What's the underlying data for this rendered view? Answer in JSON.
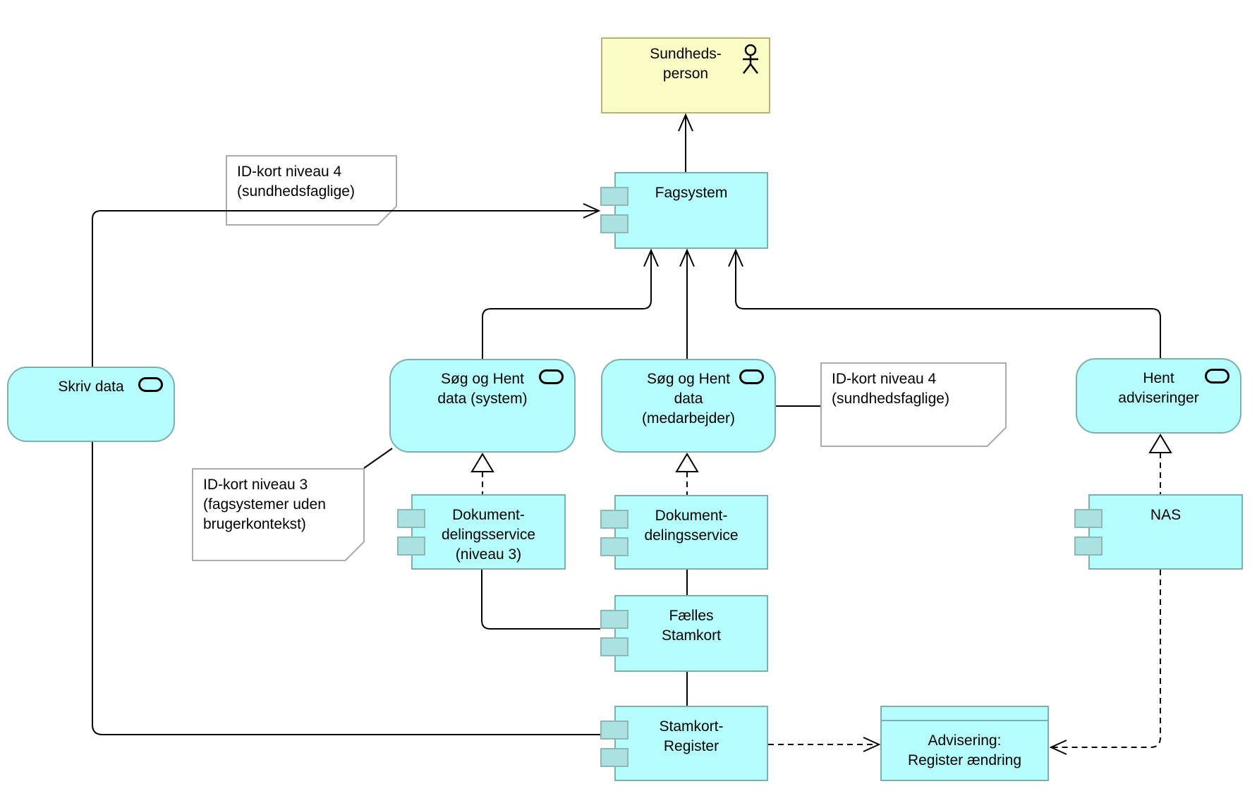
{
  "diagram": {
    "nodes": {
      "sundhedsperson": {
        "type": "business-actor",
        "label": "Sundheds-\nperson"
      },
      "fagsystem": {
        "type": "application-component",
        "label": "Fagsystem"
      },
      "skriv_data": {
        "type": "application-service",
        "label": "Skriv data"
      },
      "sog_hent_system": {
        "type": "application-service",
        "label": "Søg og Hent\ndata (system)"
      },
      "sog_hent_medarbejder": {
        "type": "application-service",
        "label": "Søg og Hent\ndata\n(medarbejder)"
      },
      "hent_adviseringer": {
        "type": "application-service",
        "label": "Hent\nadviseringer"
      },
      "dokdeling_niveau3": {
        "type": "application-component",
        "label": "Dokument-\ndelingsservice\n(niveau 3)"
      },
      "dokdeling": {
        "type": "application-component",
        "label": "Dokument-\ndelingsservice"
      },
      "nas": {
        "type": "application-component",
        "label": "NAS"
      },
      "faelles_stamkort": {
        "type": "application-component",
        "label": "Fælles\nStamkort"
      },
      "stamkort_register": {
        "type": "application-component",
        "label": "Stamkort-\nRegister"
      },
      "advisering": {
        "type": "data-object",
        "label": "Advisering:\nRegister ændring"
      }
    },
    "notes": {
      "idkort4_left": {
        "text": "ID-kort niveau 4\n(sundhedsfaglige)"
      },
      "idkort4_right": {
        "text": "ID-kort niveau 4\n(sundhedsfaglige)"
      },
      "idkort3": {
        "text": "ID-kort niveau 3\n(fagsystemer uden\nbrugerkontekst)"
      }
    },
    "icons": {
      "actor": "actor-icon",
      "service": "service-oval-icon",
      "component": "component-tabs-icon"
    },
    "colors": {
      "app_fill": "#b6fdfd",
      "app_border": "#7dafac",
      "tab_fill": "#a9e2e0",
      "tab_border": "#8cb8b8",
      "actor_fill": "#fbfbc6",
      "actor_border": "#b4b478",
      "note_border": "#ababab",
      "line": "#000000"
    }
  }
}
